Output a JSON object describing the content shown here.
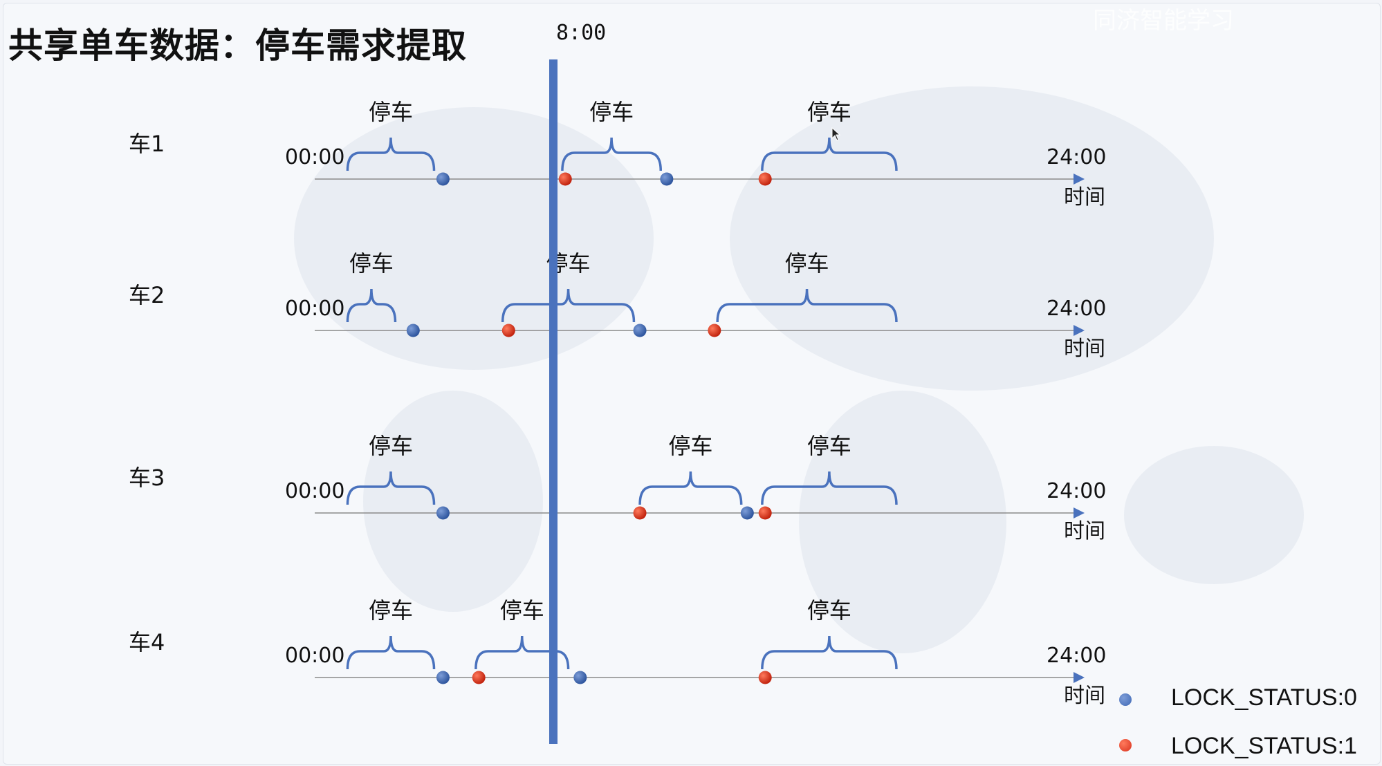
{
  "title": "共享单车数据：停车需求提取",
  "time_marker": "8:00",
  "watermark": "同济智能学习",
  "colors": {
    "lock0": "#3f68b4",
    "lock1": "#d8321e",
    "brace": "#4a72bd",
    "vline": "#4a72bd",
    "axis": "#8a8a8a"
  },
  "axis": {
    "start_label": "00:00",
    "end_label": "24:00",
    "time_label": "时间",
    "parking_label": "停车"
  },
  "rows": [
    {
      "label": "车1",
      "events": [
        {
          "t": 4.3,
          "status": 0
        },
        {
          "t": 8.4,
          "status": 1
        },
        {
          "t": 11.8,
          "status": 0
        },
        {
          "t": 15.1,
          "status": 1
        }
      ],
      "parking": [
        [
          1.1,
          4.0
        ],
        [
          8.3,
          11.6
        ],
        [
          15.0,
          19.5
        ]
      ]
    },
    {
      "label": "车2",
      "events": [
        {
          "t": 3.3,
          "status": 0
        },
        {
          "t": 6.5,
          "status": 1
        },
        {
          "t": 10.9,
          "status": 0
        },
        {
          "t": 13.4,
          "status": 1
        }
      ],
      "parking": [
        [
          1.1,
          2.7
        ],
        [
          6.3,
          10.7
        ],
        [
          13.5,
          19.5
        ]
      ]
    },
    {
      "label": "车3",
      "events": [
        {
          "t": 4.3,
          "status": 0
        },
        {
          "t": 10.9,
          "status": 1
        },
        {
          "t": 14.5,
          "status": 0
        },
        {
          "t": 15.1,
          "status": 1
        }
      ],
      "parking": [
        [
          1.1,
          4.0
        ],
        [
          10.9,
          14.3
        ],
        [
          15.0,
          19.5
        ]
      ]
    },
    {
      "label": "车4",
      "events": [
        {
          "t": 4.3,
          "status": 0
        },
        {
          "t": 5.5,
          "status": 1
        },
        {
          "t": 8.9,
          "status": 0
        },
        {
          "t": 15.1,
          "status": 1
        }
      ],
      "parking": [
        [
          1.1,
          4.0
        ],
        [
          5.4,
          8.5
        ],
        [
          15.0,
          19.5
        ]
      ]
    }
  ],
  "marker_time": 8.0,
  "legend": [
    {
      "label": "LOCK_STATUS:0",
      "status": 0
    },
    {
      "label": "LOCK_STATUS:1",
      "status": 1
    }
  ]
}
